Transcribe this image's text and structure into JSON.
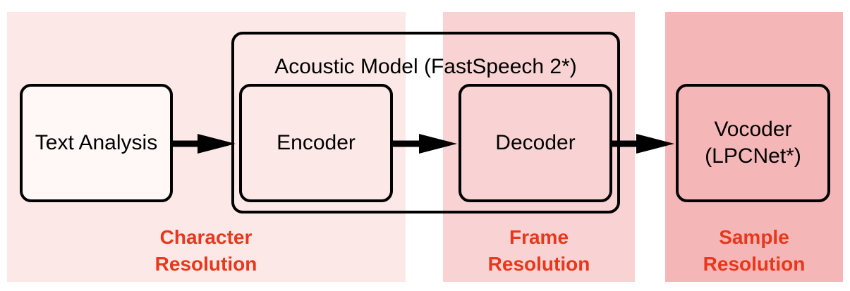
{
  "zones": {
    "character": {
      "line1": "Character",
      "line2": "Resolution"
    },
    "frame": {
      "line1": "Frame",
      "line2": "Resolution"
    },
    "sample": {
      "line1": "Sample",
      "line2": "Resolution"
    }
  },
  "acoustic_model": {
    "title": "Acoustic Model (FastSpeech 2*)"
  },
  "blocks": {
    "text_analysis": "Text Analysis",
    "encoder": "Encoder",
    "decoder": "Decoder",
    "vocoder_line1": "Vocoder",
    "vocoder_line2": "(LPCNet*)"
  },
  "colors": {
    "character_zone": "#fce8e7",
    "frame_zone": "#f9d3d3",
    "sample_zone": "#f5b6b7",
    "label_text": "#e8371b"
  }
}
